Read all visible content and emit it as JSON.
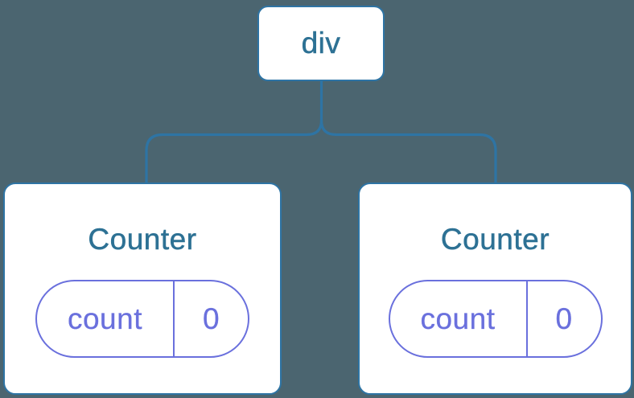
{
  "diagram": {
    "description": "React component tree diagram: a div root with two Counter children, each holding count state",
    "root_label": "div",
    "children": [
      {
        "title": "Counter",
        "state_key": "count",
        "state_value": "0"
      },
      {
        "title": "Counter",
        "state_key": "count",
        "state_value": "0"
      }
    ],
    "colors": {
      "background": "#4b6570",
      "connector_line": "#2e74a4",
      "node_border": "#2e74a4",
      "node_background": "#ffffff",
      "heading_text": "#2d7194",
      "state_accent": "#6a70dd"
    }
  }
}
